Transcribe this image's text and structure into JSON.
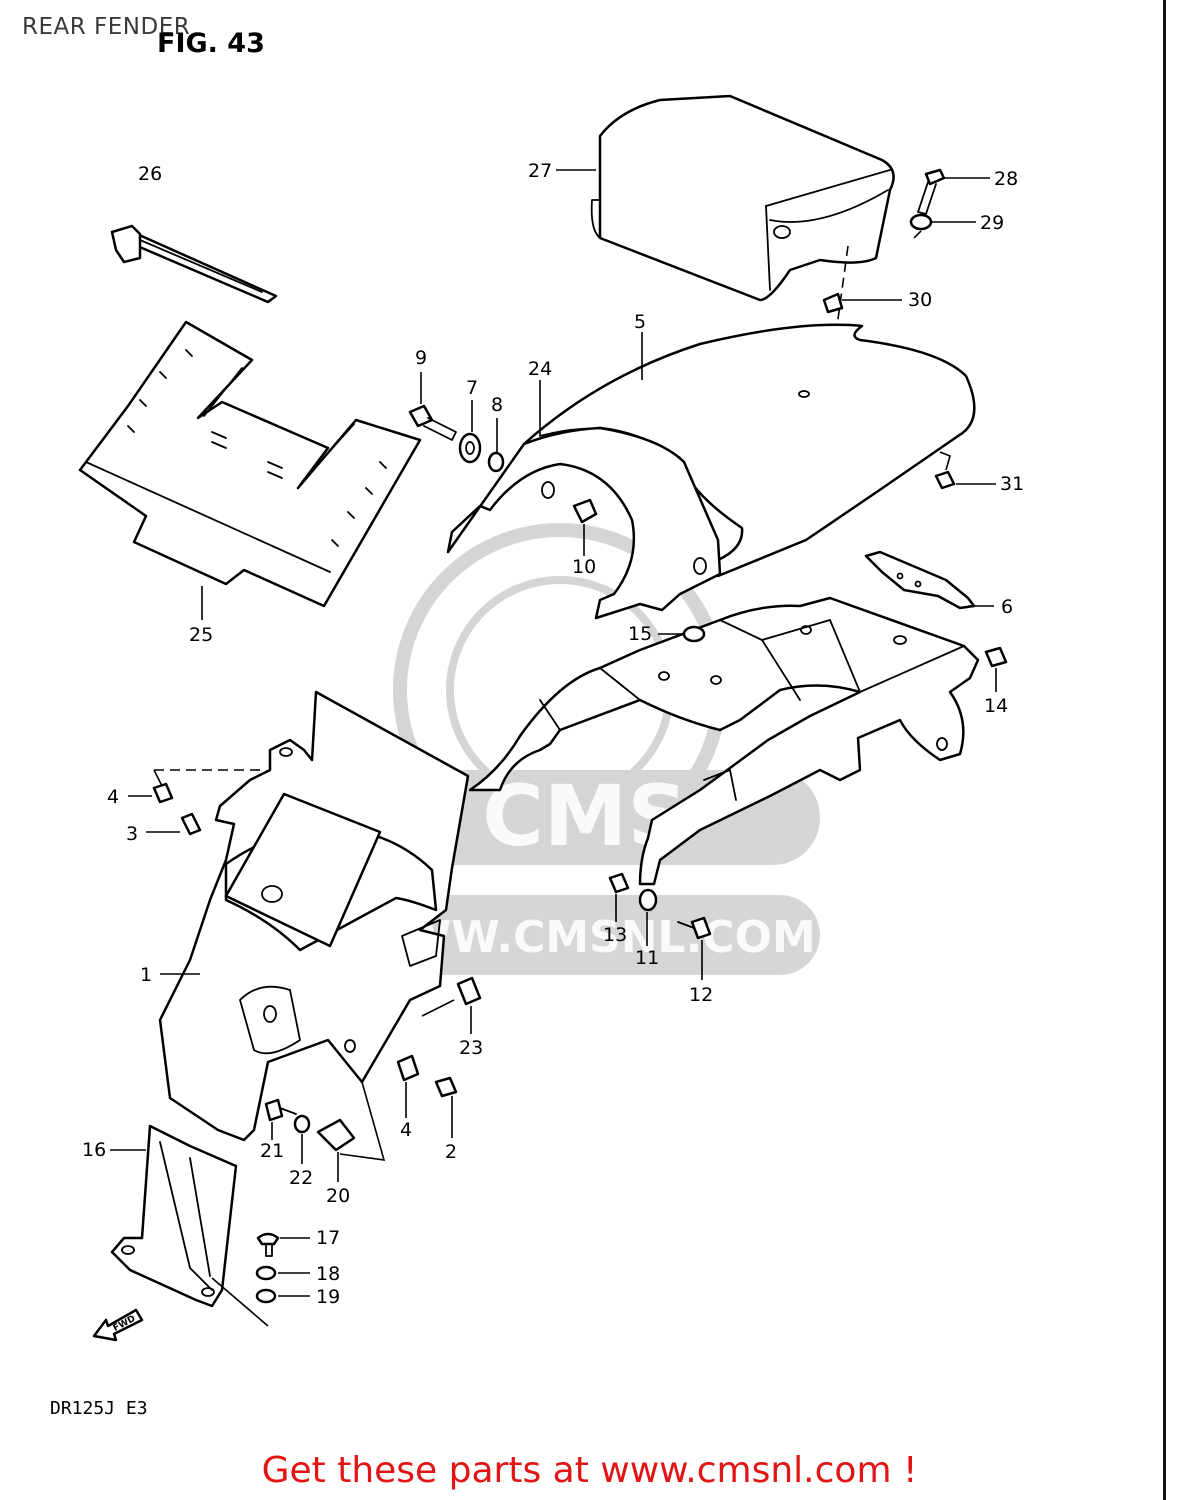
{
  "header": {
    "title": "REAR FENDER",
    "figure": "FIG. 43"
  },
  "model_code": "DR125J  E3",
  "watermark": {
    "text": "WWW.CMSNL.COM",
    "logo": "CMS"
  },
  "direction_arrow": "FWD",
  "footer": {
    "link_text": "Get these parts at www.cmsnl.com !",
    "color": "#e21414"
  },
  "callouts": {
    "c1": "1",
    "c2": "2",
    "c3": "3",
    "c4a": "4",
    "c4b": "4",
    "c5": "5",
    "c6": "6",
    "c7": "7",
    "c8": "8",
    "c9": "9",
    "c10": "10",
    "c11": "11",
    "c12": "12",
    "c13": "13",
    "c14": "14",
    "c15": "15",
    "c16": "16",
    "c17": "17",
    "c18": "18",
    "c19": "19",
    "c20": "20",
    "c21": "21",
    "c22": "22",
    "c23": "23",
    "c24": "24",
    "c25": "25",
    "c26": "26",
    "c27": "27",
    "c28": "28",
    "c29": "29",
    "c30": "30",
    "c31": "31"
  }
}
